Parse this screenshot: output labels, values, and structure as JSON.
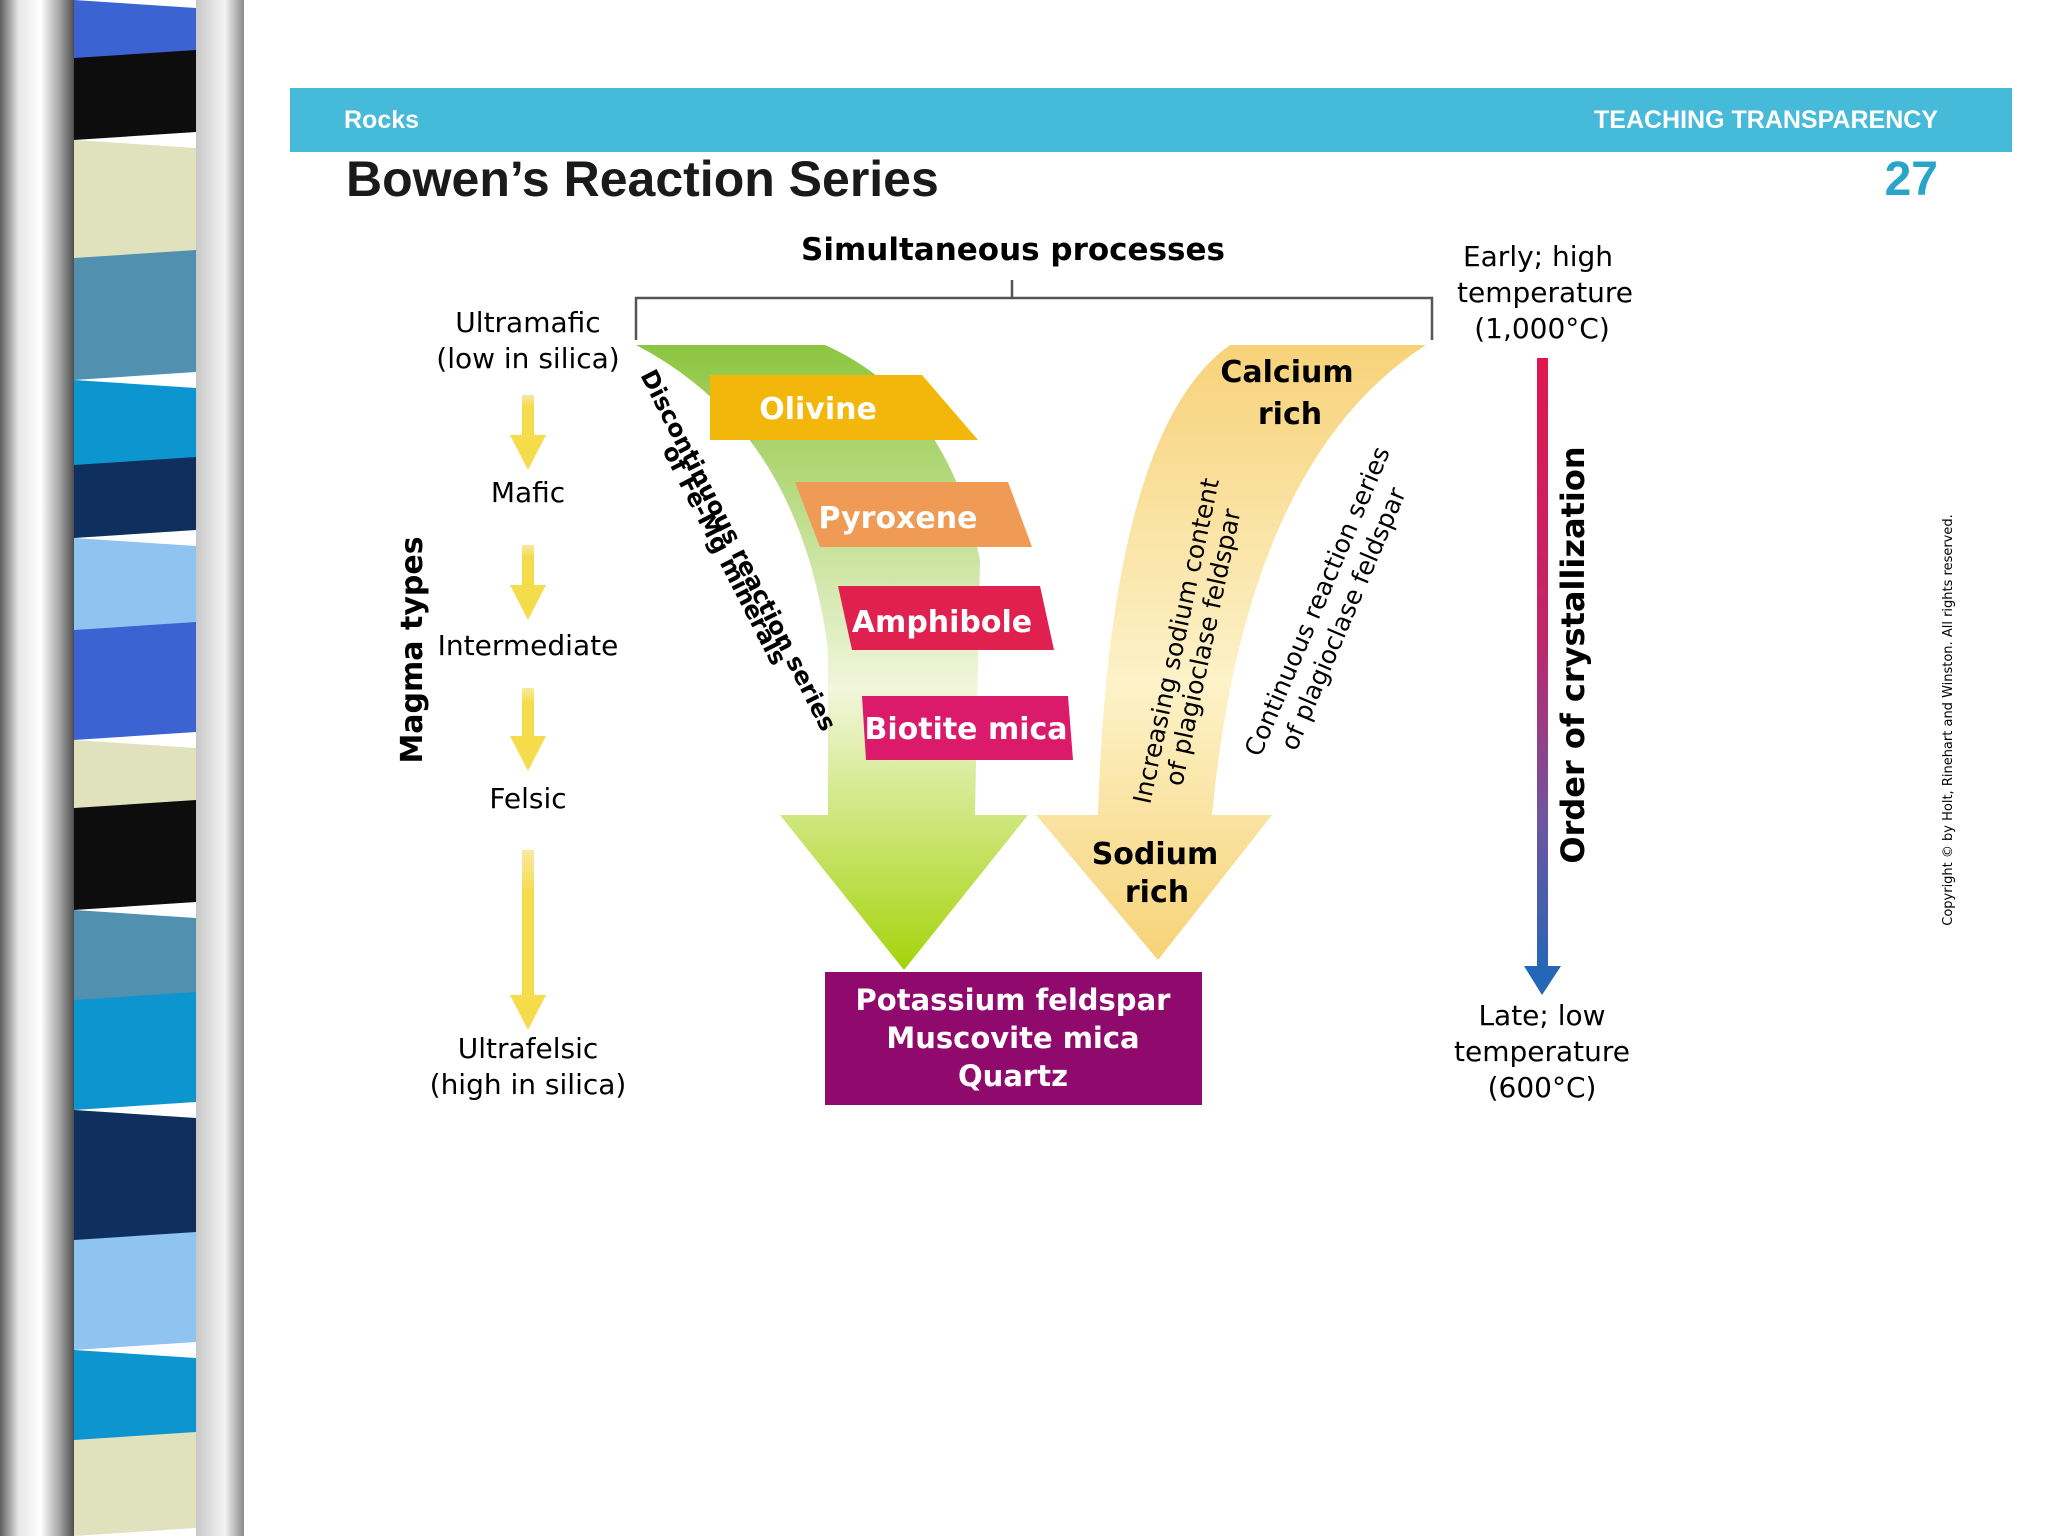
{
  "header": {
    "section": "Rocks",
    "transparency": "TEACHING TRANSPARENCY",
    "title": "Bowen’s Reaction Series",
    "number": "27"
  },
  "diagram": {
    "top_label": "Simultaneous processes",
    "magma_axis_label": "Magma types",
    "magma_types": [
      {
        "lines": [
          "Ultramafic",
          "(low in silica)"
        ]
      },
      {
        "lines": [
          "Mafic"
        ]
      },
      {
        "lines": [
          "Intermediate"
        ]
      },
      {
        "lines": [
          "Felsic"
        ]
      },
      {
        "lines": [
          "Ultrafelsic",
          "(high in silica)"
        ]
      }
    ],
    "discontinuous_label": [
      "Discontinuous reaction series",
      "of Fe-Mg minerals"
    ],
    "minerals": [
      {
        "name": "Olivine",
        "color": "#f2b70a"
      },
      {
        "name": "Pyroxene",
        "color": "#ef9a55"
      },
      {
        "name": "Amphibole",
        "color": "#e0204e"
      },
      {
        "name": "Biotite mica",
        "color": "#dc1a6c"
      }
    ],
    "plagioclase": {
      "top": [
        "Calcium",
        "rich"
      ],
      "bottom": [
        "Sodium",
        "rich"
      ],
      "sodium_label": [
        "Increasing sodium content",
        "of plagioclase feldspar"
      ],
      "continuous_label": [
        "Continuous reaction series",
        "of plagioclase feldspar"
      ]
    },
    "final_box": {
      "lines": [
        "Potassium feldspar",
        "Muscovite mica",
        "Quartz"
      ],
      "color": "#8f0a6c"
    },
    "order": {
      "label": "Order of crystallization",
      "early": [
        "Early; high",
        "temperature",
        "(1,000°C)"
      ],
      "late": [
        "Late; low",
        "temperature",
        "(600°C)"
      ]
    },
    "copyright": "Copyright © by Holt, Rinehart and Winston. All rights reserved."
  },
  "colors": {
    "header_bar": "#45bad9",
    "green_arrow": "#9ccc1c",
    "yellow_arrow": "#f6d984",
    "temp_early": "#e0174e",
    "temp_late": "#2467b8"
  }
}
